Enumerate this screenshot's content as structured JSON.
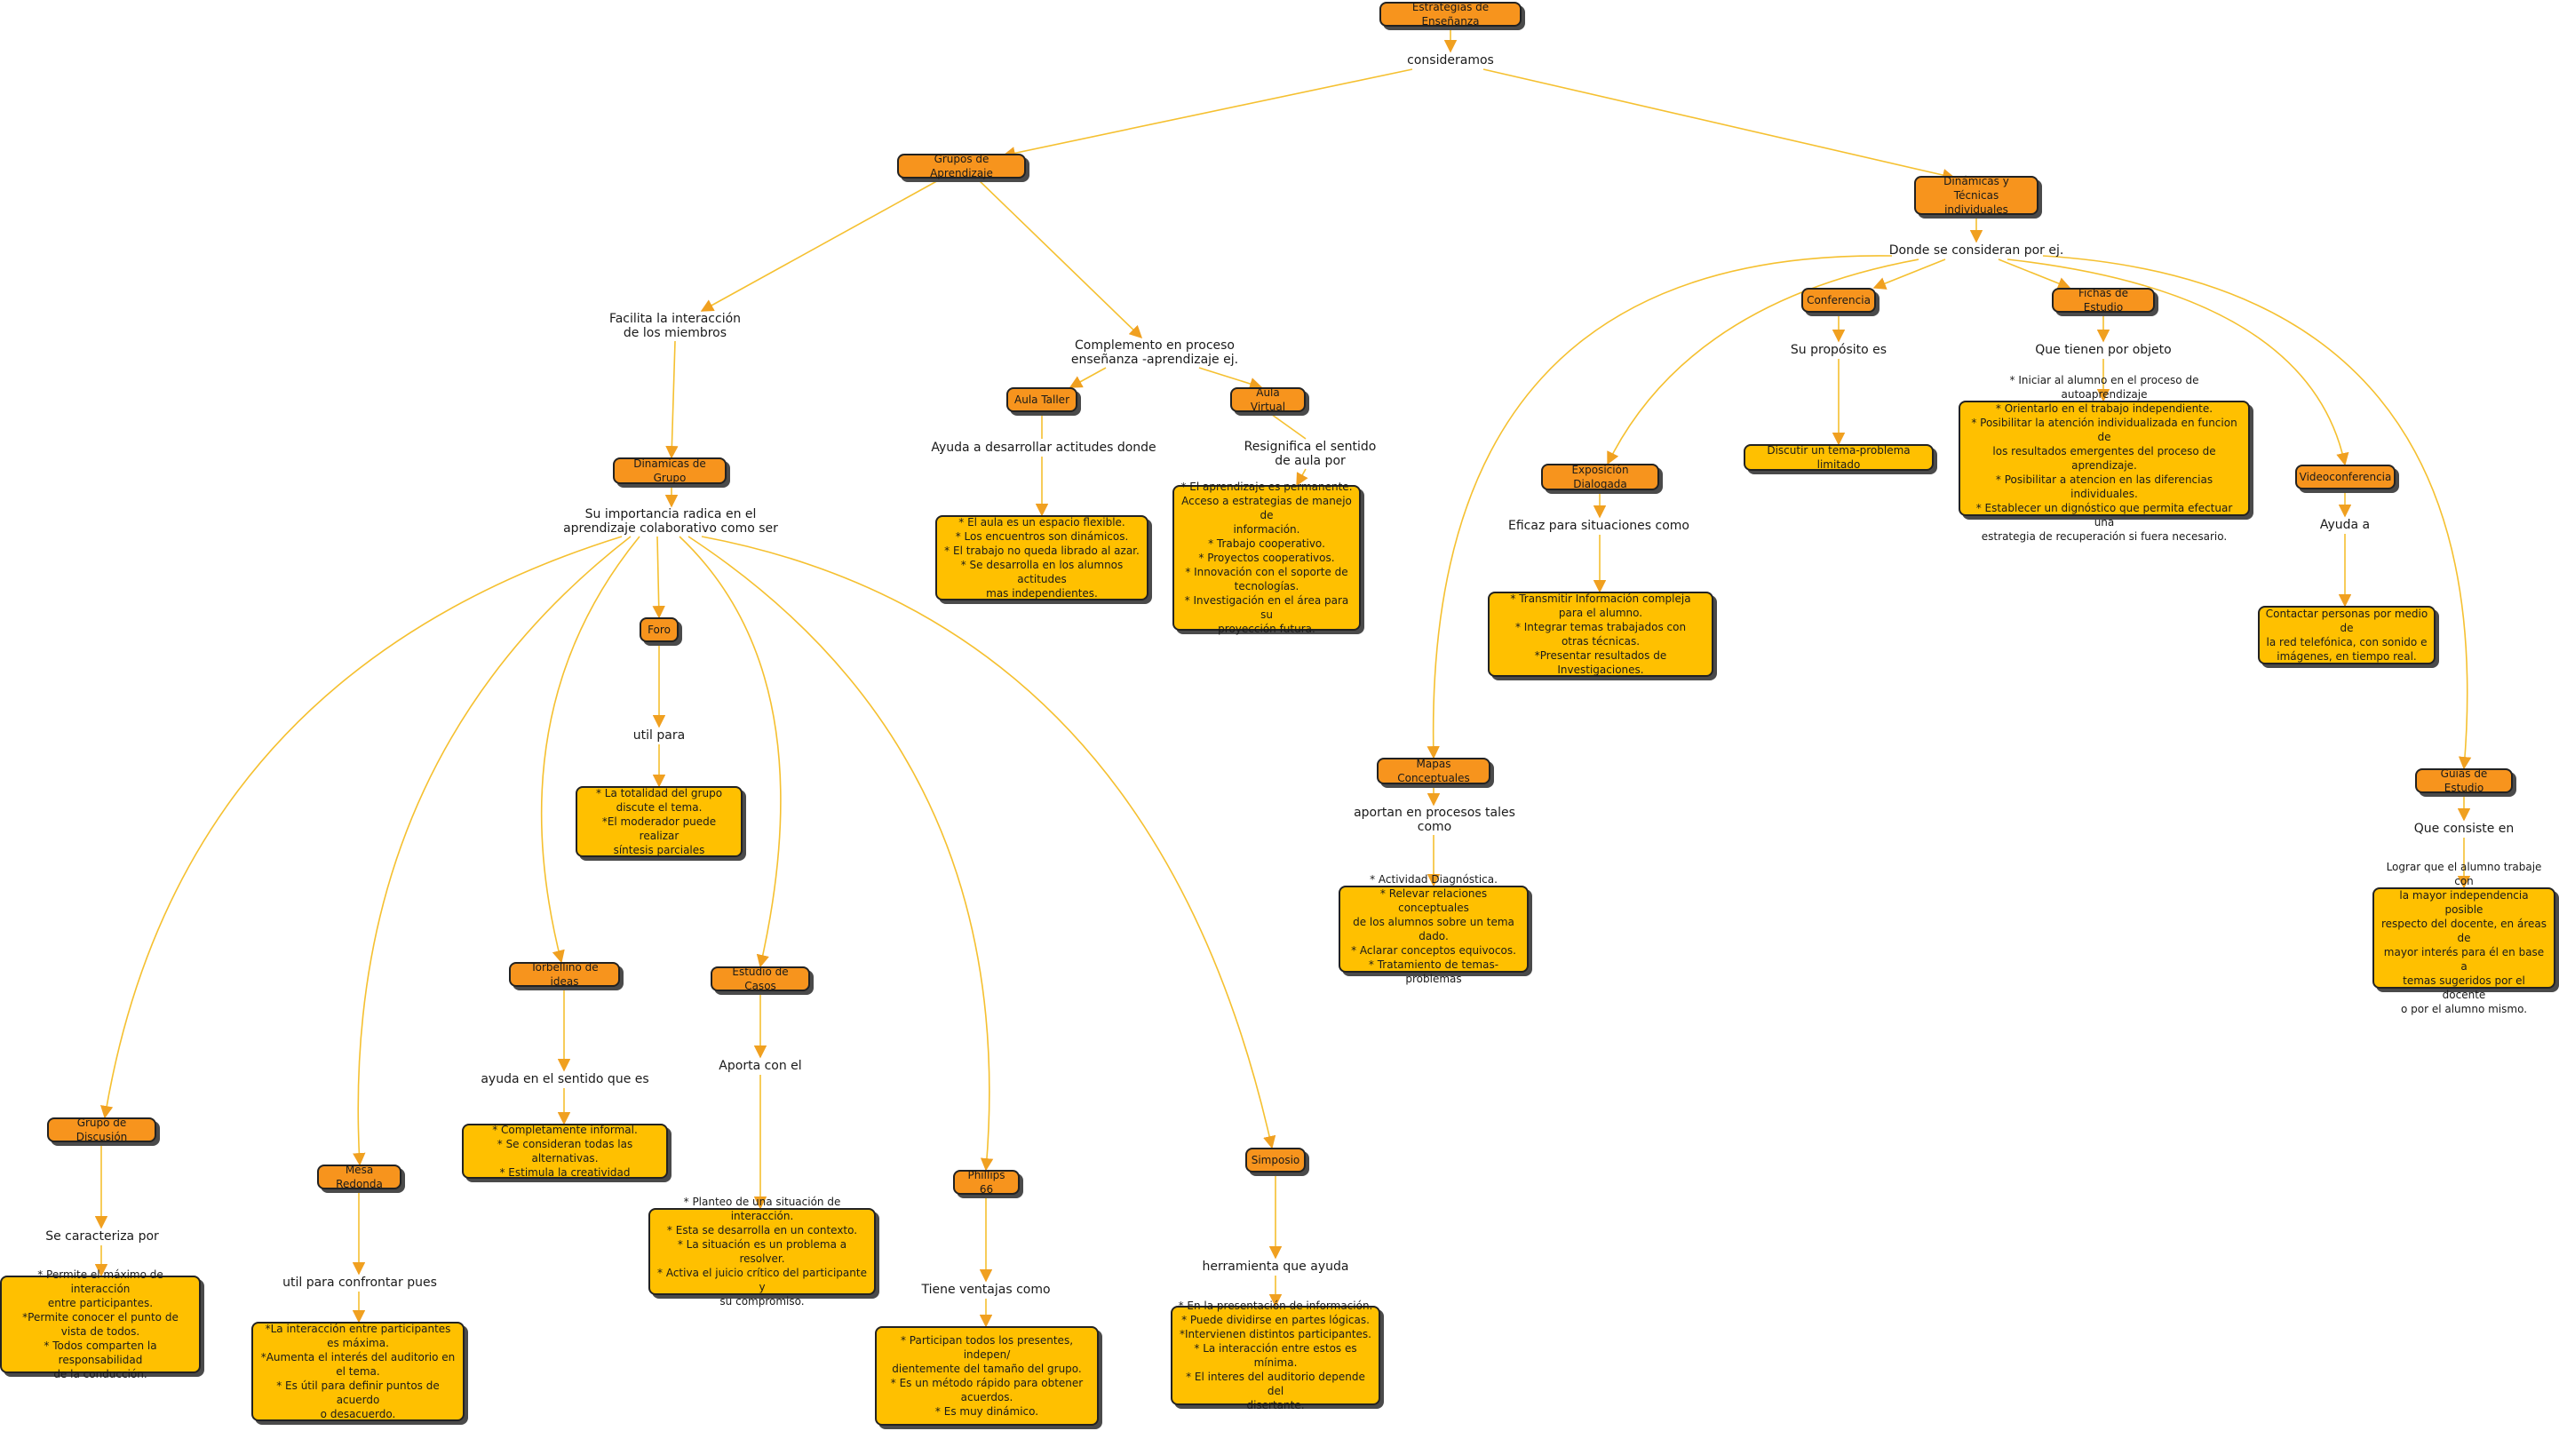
{
  "colors": {
    "concept": "#f7941d",
    "detail": "#ffc000",
    "edge": "#f5c030",
    "border": "#222222"
  },
  "nodes": {
    "root": "Estrategias de Enseñanza",
    "grupos": "Grupos de Aprendizaje",
    "dinamicas_tecnicas": "Dinámicas y Técnicas\nindividuales",
    "dinamicas_grupo": "Dinamicas de Grupo",
    "aula_taller": "Aula Taller",
    "aula_virtual": "Aula Virtual",
    "aula_taller_det": "* El aula es un espacio flexible.\n* Los encuentros son dinámicos.\n* El trabajo no queda librado al azar.\n* Se desarrolla en los alumnos actitudes\nmas independientes.",
    "aula_virtual_det": "* El aprendizaje es permanente.\nAcceso a estrategias de manejo de\ninformación.\n* Trabajo cooperativo.\n* Proyectos cooperativos.\n* Innovación con el soporte de\ntecnologías.\n* Investigación en el área para su\nproyección futura.",
    "foro": "Foro",
    "foro_det": "* La totalidad  del grupo\ndiscute el tema.\n*El  moderador puede realizar\nsíntesis parciales",
    "torbellino": "Torbellino de ideas",
    "torbellino_det": "* Completamente informal.\n* Se consideran todas las alternativas.\n* Estimula la creatividad",
    "estudio_casos": "Estudio de Casos",
    "estudio_casos_det": "* Planteo de una situación de interacción.\n* Esta se desarrolla en un contexto.\n* La situación es un problema a resolver.\n* Activa el juicio crítico del participante y\nsu compromiso.",
    "grupo_discusion": "Grupo de Discusión",
    "grupo_discusion_det": "* Permite el máximo de interacción\nentre participantes.\n*Permite conocer el punto de\nvista de todos.\n* Todos comparten la responsabilidad\nde la conducción.",
    "mesa_redonda": "Mesa Redonda",
    "mesa_redonda_det": "*La interacción entre participantes\nes máxima.\n*Aumenta el interés del auditorio en\nel tema.\n* Es útil para definir puntos de acuerdo\no desacuerdo.",
    "phillips": "Phillips 66",
    "phillips_det": "* Participan todos los presentes, indepen/\ndientemente del tamaño del grupo.\n* Es un método rápido para obtener\nacuerdos.\n* Es muy dinámico.",
    "simposio": "Simposio",
    "simposio_det": "* En la presentación de información.\n* Puede dividirse en partes lógicas.\n*Intervienen distintos participantes.\n* La interacción entre estos es mínima.\n* El interes del auditorio depende del\ndisertante.",
    "conferencia": "Conferencia",
    "conferencia_det": "Discutir un tema-problema limitado",
    "fichas": "Fichas de Estudio",
    "fichas_det": "* Iniciar al alumno en el proceso de autoaprendizaje\n* Orientarlo en el trabajo independiente.\n* Posibilitar la atención individualizada en funcion de\nlos resultados  emergentes del proceso de aprendizaje.\n* Posibilitar a atencion en las diferencias individuales.\n* Establecer un dignóstico que permita efectuar una\nestrategia de recuperación si fuera necesario.",
    "exposicion": "Exposición Dialogada",
    "exposicion_det": "* Transmitir Información compleja\npara el alumno.\n* Integrar temas trabajados con\notras técnicas.\n*Presentar resultados de Investigaciones.",
    "videoconf": "Videoconferencia",
    "videoconf_det": "Contactar personas por medio de\nla red telefónica, con sonido e\nimágenes, en tiempo real.",
    "mapas": "Mapas Conceptuales",
    "mapas_det": "* Actividad Diagnóstica.\n* Relevar relaciones conceptuales\nde los alumnos sobre un tema dado.\n* Aclarar conceptos equivocos.\n* Tratamiento de temas-problemas",
    "guias": "Guias de Estudio",
    "guias_det": "Lograr que el alumno trabaje con\nla mayor independencia posible\nrespecto del docente, en áreas de\nmayor interés para él en base a\ntemas sugeridos por el docente\no por el alumno mismo."
  },
  "links": {
    "consideramos": "consideramos",
    "facilita": "Facilita la interacción\nde los miembros",
    "complemento": "Complemento en proceso\nenseñanza -aprendizaje ej.",
    "importancia": "Su importancia radica en el\naprendizaje colaborativo como ser",
    "ayuda_desarrollar": "Ayuda a desarrollar actitudes donde",
    "resignifica": "Resignifica el sentido\nde  aula por",
    "util_para": "util para",
    "ayuda_sentido": "ayuda en el sentido que es",
    "aporta": "Aporta con el",
    "caracteriza": "Se caracteriza por",
    "util_confrontar": "util para confrontar pues",
    "ventajas": "Tiene ventajas como",
    "herramienta": "herramienta que ayuda",
    "donde": "Donde se consideran por ej.",
    "proposito": "Su propósito es",
    "objeto": "Que tienen por objeto",
    "eficaz": "Eficaz para situaciones como",
    "ayuda_a": "Ayuda a",
    "aportan": "aportan en procesos tales\ncomo",
    "consiste": "Que consiste en"
  }
}
